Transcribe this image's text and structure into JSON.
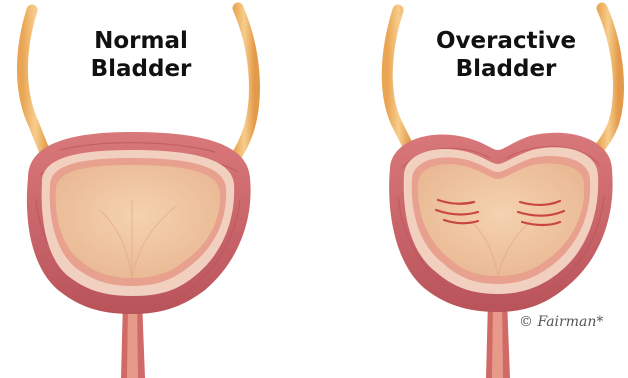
{
  "labels": {
    "normal": {
      "line1": "Normal",
      "line2": "Bladder"
    },
    "overactive": {
      "line1": "Overactive",
      "line2": "Bladder"
    }
  },
  "signature": "© Fairman*",
  "colors": {
    "muscle": "#cf6a67",
    "muscle_dark": "#a9474a",
    "lining": "#f2d0c0",
    "inner_rim": "#e8a08f",
    "cavity": "#f0c8a3",
    "ureter": "#f0b86e",
    "contraction": "#c9463e",
    "title": "#111111"
  }
}
